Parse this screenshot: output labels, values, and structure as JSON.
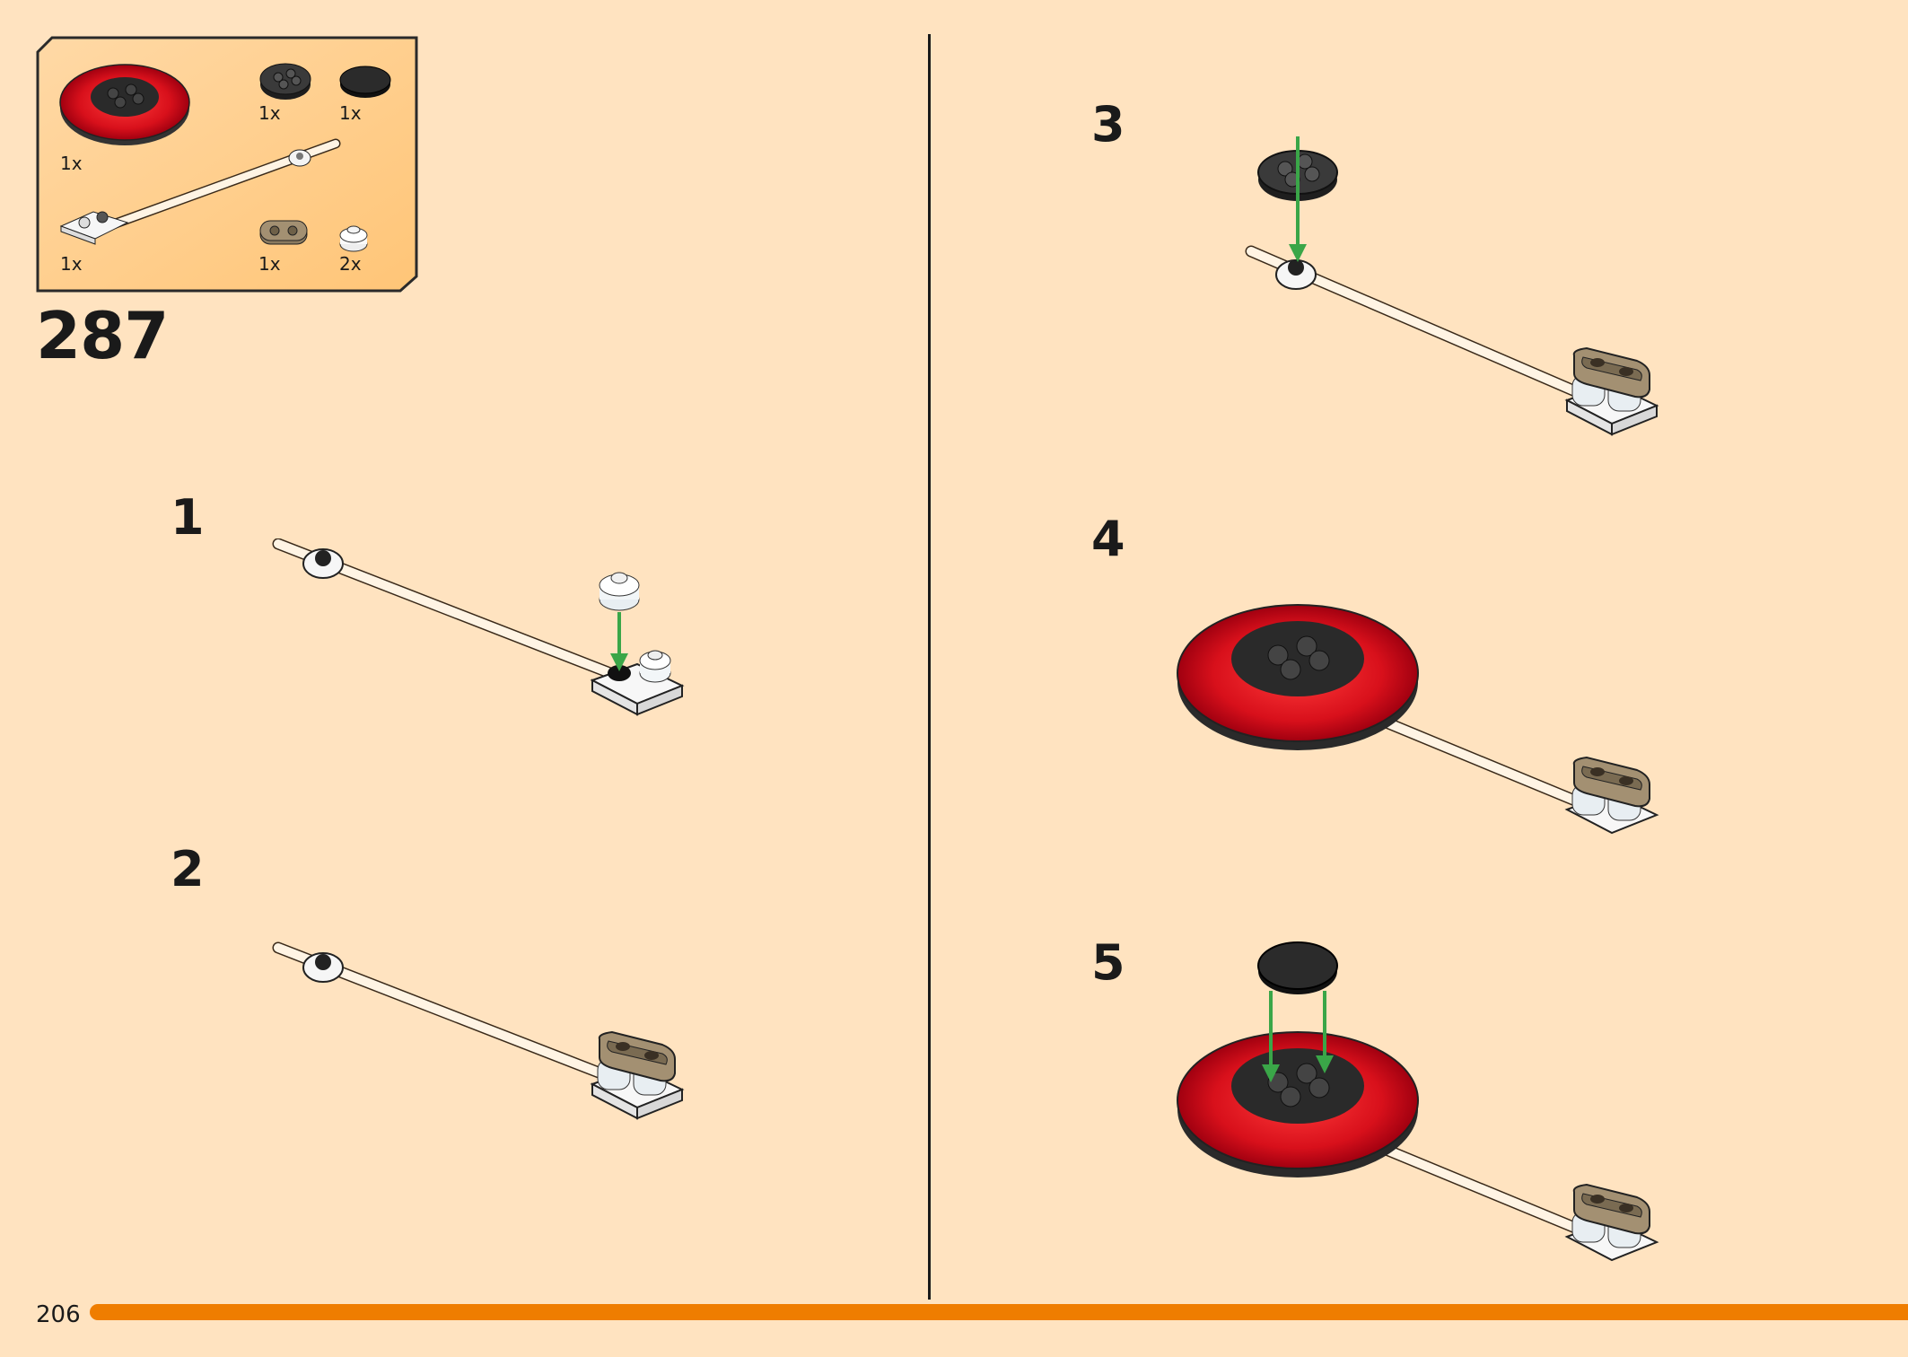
{
  "page": {
    "main_step": "287",
    "page_number": "206"
  },
  "parts_list": [
    {
      "part": "red-dish-part",
      "qty": "1x"
    },
    {
      "part": "dark-round-plate-part",
      "qty": "1x"
    },
    {
      "part": "dark-round-tile-part",
      "qty": "1x"
    },
    {
      "part": "bar-with-clip-part",
      "qty": "1x"
    },
    {
      "part": "tan-plate-part",
      "qty": "1x"
    },
    {
      "part": "white-round-cone-part",
      "qty": "2x"
    }
  ],
  "steps": [
    {
      "number": "1"
    },
    {
      "number": "2"
    },
    {
      "number": "3"
    },
    {
      "number": "4"
    },
    {
      "number": "5"
    }
  ],
  "colors": {
    "background": "#ffe3c0",
    "accent": "#ef7d00",
    "arrow": "#3aa648",
    "dish_red": "#d8101b",
    "dark_part": "#2b2b2b",
    "tan_part": "#a39072"
  }
}
